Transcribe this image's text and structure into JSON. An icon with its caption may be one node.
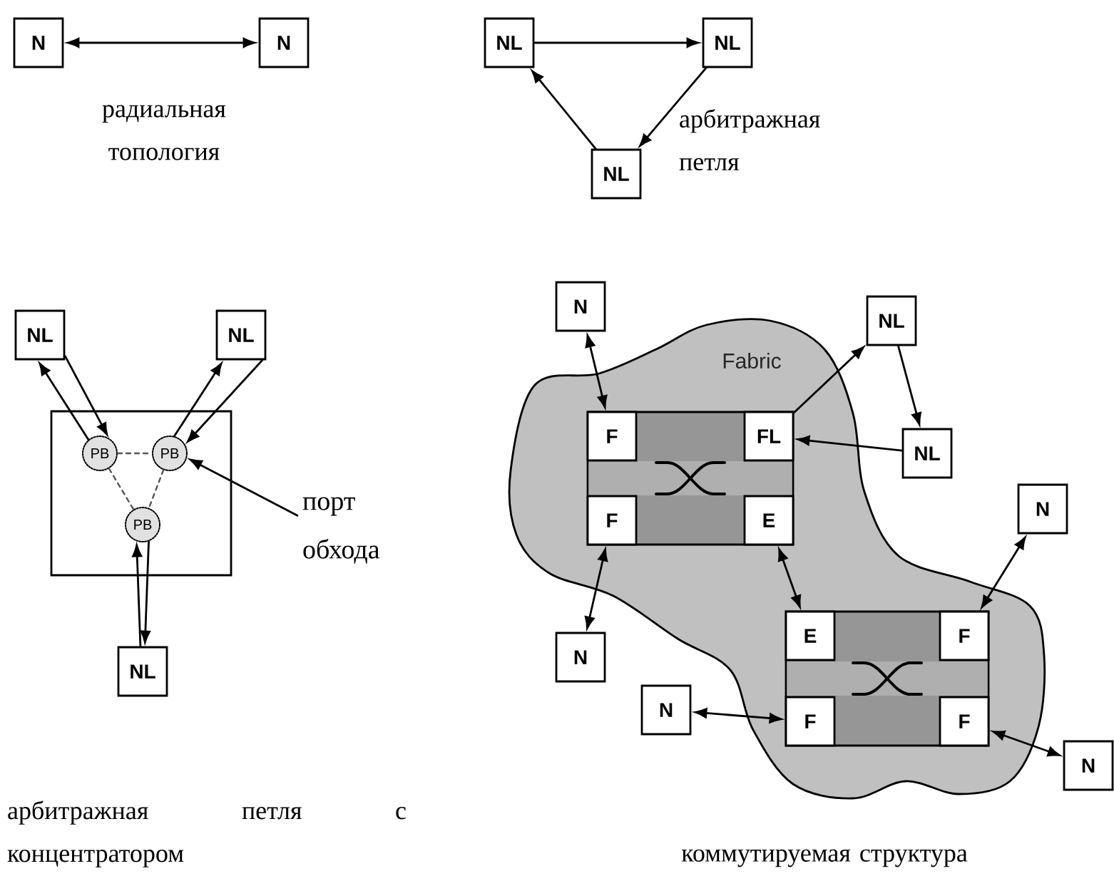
{
  "diagram": {
    "nodes": [
      {
        "text": [
          "N"
        ]
      },
      {
        "text": [
          "N"
        ]
      },
      {
        "text": [
          "NL"
        ]
      },
      {
        "text": [
          "NL"
        ]
      },
      {
        "text": [
          "NL"
        ]
      },
      {
        "text": [
          "NL"
        ]
      },
      {
        "text": [
          "NL"
        ]
      },
      {
        "text": [],
        "shape": "box"
      },
      {
        "text": [
          "PB"
        ],
        "in": 7
      },
      {
        "text": [
          "PB"
        ],
        "in": 7
      },
      {
        "text": [
          "PB"
        ],
        "in": 7
      },
      {
        "text": [
          "NL"
        ]
      },
      {
        "text": [
          "Fabric"
        ]
      },
      {
        "text": [],
        "shape": "box",
        "in": 12
      },
      {
        "text": [
          "F"
        ],
        "in": 13
      },
      {
        "text": [
          "FL"
        ],
        "in": 13
      },
      {
        "text": [
          "F"
        ],
        "in": 13
      },
      {
        "text": [
          "E"
        ],
        "in": 13
      },
      {
        "text": [],
        "shape": "box",
        "in": 12
      },
      {
        "text": [
          "E"
        ],
        "in": 18
      },
      {
        "text": [
          "F"
        ],
        "in": 18
      },
      {
        "text": [
          "F"
        ],
        "in": 18
      },
      {
        "text": [
          "F"
        ],
        "in": 18
      },
      {
        "text": [
          "N"
        ]
      },
      {
        "text": [
          "NL"
        ]
      },
      {
        "text": [
          "NL"
        ]
      },
      {
        "text": [
          "N"
        ]
      },
      {
        "text": [
          "N"
        ]
      },
      {
        "text": [
          "N"
        ]
      },
      {
        "text": [
          "N"
        ]
      },
      {
        "text": [
          "порт обхода"
        ]
      }
    ],
    "edges": [
      {
        "from": 0,
        "to": 1,
        "arrow": "both"
      },
      {
        "from": 2,
        "to": 3,
        "arrow": "to"
      },
      {
        "from": 3,
        "to": 4,
        "arrow": "to"
      },
      {
        "from": 4,
        "to": 2,
        "arrow": "to"
      },
      {
        "from": 5,
        "to": 8,
        "arrow": "to"
      },
      {
        "from": 8,
        "to": 5,
        "arrow": "to"
      },
      {
        "from": 9,
        "to": 6,
        "arrow": "to"
      },
      {
        "from": 6,
        "to": 9,
        "arrow": "to"
      },
      {
        "from": 10,
        "to": 11,
        "arrow": "to"
      },
      {
        "from": 11,
        "to": 10,
        "arrow": "to"
      },
      {
        "from": 8,
        "to": 9,
        "arrow": "none",
        "style": "dashed",
        "color": "#555555"
      },
      {
        "from": 8,
        "to": 10,
        "arrow": "none",
        "style": "dashed",
        "color": "#555555"
      },
      {
        "from": 9,
        "to": 10,
        "arrow": "none",
        "style": "dashed",
        "color": "#555555"
      },
      {
        "from": 30,
        "to": 9,
        "arrow": "to"
      },
      {
        "from": 23,
        "to": 14,
        "arrow": "both"
      },
      {
        "from": 15,
        "to": 24,
        "arrow": "to"
      },
      {
        "from": 24,
        "to": 25,
        "arrow": "to"
      },
      {
        "from": 25,
        "to": 15,
        "arrow": "to"
      },
      {
        "from": 26,
        "to": 20,
        "arrow": "both"
      },
      {
        "from": 16,
        "to": 27,
        "arrow": "both"
      },
      {
        "from": 17,
        "to": 19,
        "arrow": "both"
      },
      {
        "from": 28,
        "to": 21,
        "arrow": "both"
      },
      {
        "from": 22,
        "to": 29,
        "arrow": "both"
      }
    ],
    "labels": [
      "радиальная топология",
      "арбитражная петля",
      "арбитражная петля с концентратором",
      "коммутируемая структура"
    ]
  }
}
